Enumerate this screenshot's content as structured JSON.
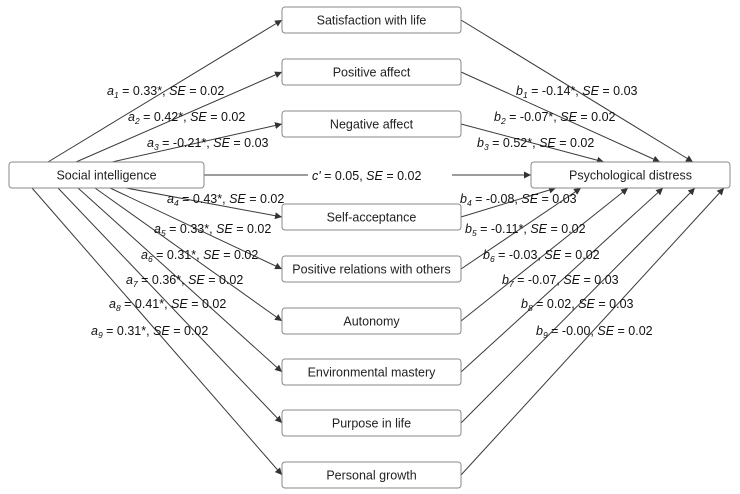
{
  "predictor": "Social intelligence",
  "outcome": "Psychological distress",
  "mediators": [
    "Satisfaction with life",
    "Positive affect",
    "Negative affect",
    "Self-acceptance",
    "Positive relations with others",
    "Autonomy",
    "Environmental mastery",
    "Purpose in life",
    "Personal growth"
  ],
  "a_paths": [
    {
      "letter": "a",
      "sub": "1",
      "value": "= 0.33*, ",
      "se": "SE",
      "se_value": " = 0.02"
    },
    {
      "letter": "a",
      "sub": "2",
      "value": "= 0.42*, ",
      "se": "SE",
      "se_value": " = 0.02"
    },
    {
      "letter": "a",
      "sub": "3",
      "value": "= -0.21*, ",
      "se": "SE",
      "se_value": " = 0.03"
    },
    {
      "letter": "a",
      "sub": "4",
      "value": "= 0.43*, ",
      "se": "SE",
      "se_value": " = 0.02"
    },
    {
      "letter": "a",
      "sub": "5",
      "value": "= 0.33*, ",
      "se": "SE",
      "se_value": " = 0.02"
    },
    {
      "letter": "a",
      "sub": "6",
      "value": "= 0.31*, ",
      "se": "SE",
      "se_value": " = 0.02"
    },
    {
      "letter": "a",
      "sub": "7",
      "value": "= 0.36*, ",
      "se": "SE",
      "se_value": " = 0.02"
    },
    {
      "letter": "a",
      "sub": "8",
      "value": "= 0.41*, ",
      "se": "SE",
      "se_value": " = 0.02"
    },
    {
      "letter": "a",
      "sub": "9",
      "value": "= 0.31*, ",
      "se": "SE",
      "se_value": " = 0.02"
    }
  ],
  "b_paths": [
    {
      "letter": "b",
      "sub": "1",
      "value": "= -0.14*, ",
      "se": "SE",
      "se_value": " = 0.03"
    },
    {
      "letter": "b",
      "sub": "2",
      "value": "= -0.07*, ",
      "se": "SE",
      "se_value": " = 0.02"
    },
    {
      "letter": "b",
      "sub": "3",
      "value": "= 0.52*, ",
      "se": "SE",
      "se_value": " = 0.02"
    },
    {
      "letter": "b",
      "sub": "4",
      "value": "= -0.08, ",
      "se": "SE",
      "se_value": " = 0.03"
    },
    {
      "letter": "b",
      "sub": "5",
      "value": "= -0.11*, ",
      "se": "SE",
      "se_value": " = 0.02"
    },
    {
      "letter": "b",
      "sub": "6",
      "value": "= -0.03, ",
      "se": "SE",
      "se_value": " = 0.02"
    },
    {
      "letter": "b",
      "sub": "7",
      "value": "= -0.07, ",
      "se": "SE",
      "se_value": " = 0.03"
    },
    {
      "letter": "b",
      "sub": "8",
      "value": "= 0.02, ",
      "se": "SE",
      "se_value": " = 0.03"
    },
    {
      "letter": "b",
      "sub": "9",
      "value": "= -0.00, ",
      "se": "SE",
      "se_value": " = 0.02"
    }
  ],
  "direct_path": {
    "letter": "c'",
    "value": " = 0.05, ",
    "se": "SE",
    "se_value": " = 0.02"
  }
}
